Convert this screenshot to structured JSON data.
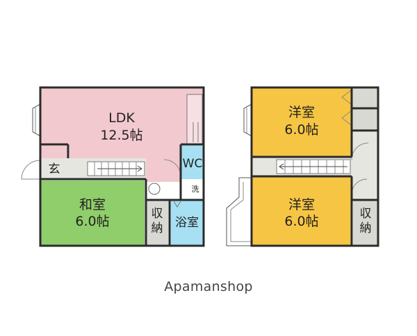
{
  "floorplan": {
    "floor1": {
      "ldk": {
        "name": "LDK",
        "size": "12.5帖"
      },
      "entrance": {
        "name": "玄"
      },
      "wc": {
        "name": "WC"
      },
      "wash": {
        "name": "洗"
      },
      "washitsu": {
        "name": "和室",
        "size": "6.0帖"
      },
      "storage": {
        "name_top": "収",
        "name_bottom": "納"
      },
      "bath": {
        "name": "浴室"
      }
    },
    "floor2": {
      "youshitsu_top": {
        "name": "洋室",
        "size": "6.0帖"
      },
      "youshitsu_bottom": {
        "name": "洋室",
        "size": "6.0帖"
      },
      "storage": {
        "name_top": "収",
        "name_bottom": "納"
      }
    }
  },
  "watermark": "Apamanshop",
  "colors": {
    "ldk": "#f2c9cf",
    "washitsu": "#8fce6a",
    "youshitsu": "#f7c544",
    "bath": "#a6e0f2",
    "storage": "#d9d9d3",
    "corridor": "#e6e6e0",
    "wall": "#2b2b2b"
  }
}
